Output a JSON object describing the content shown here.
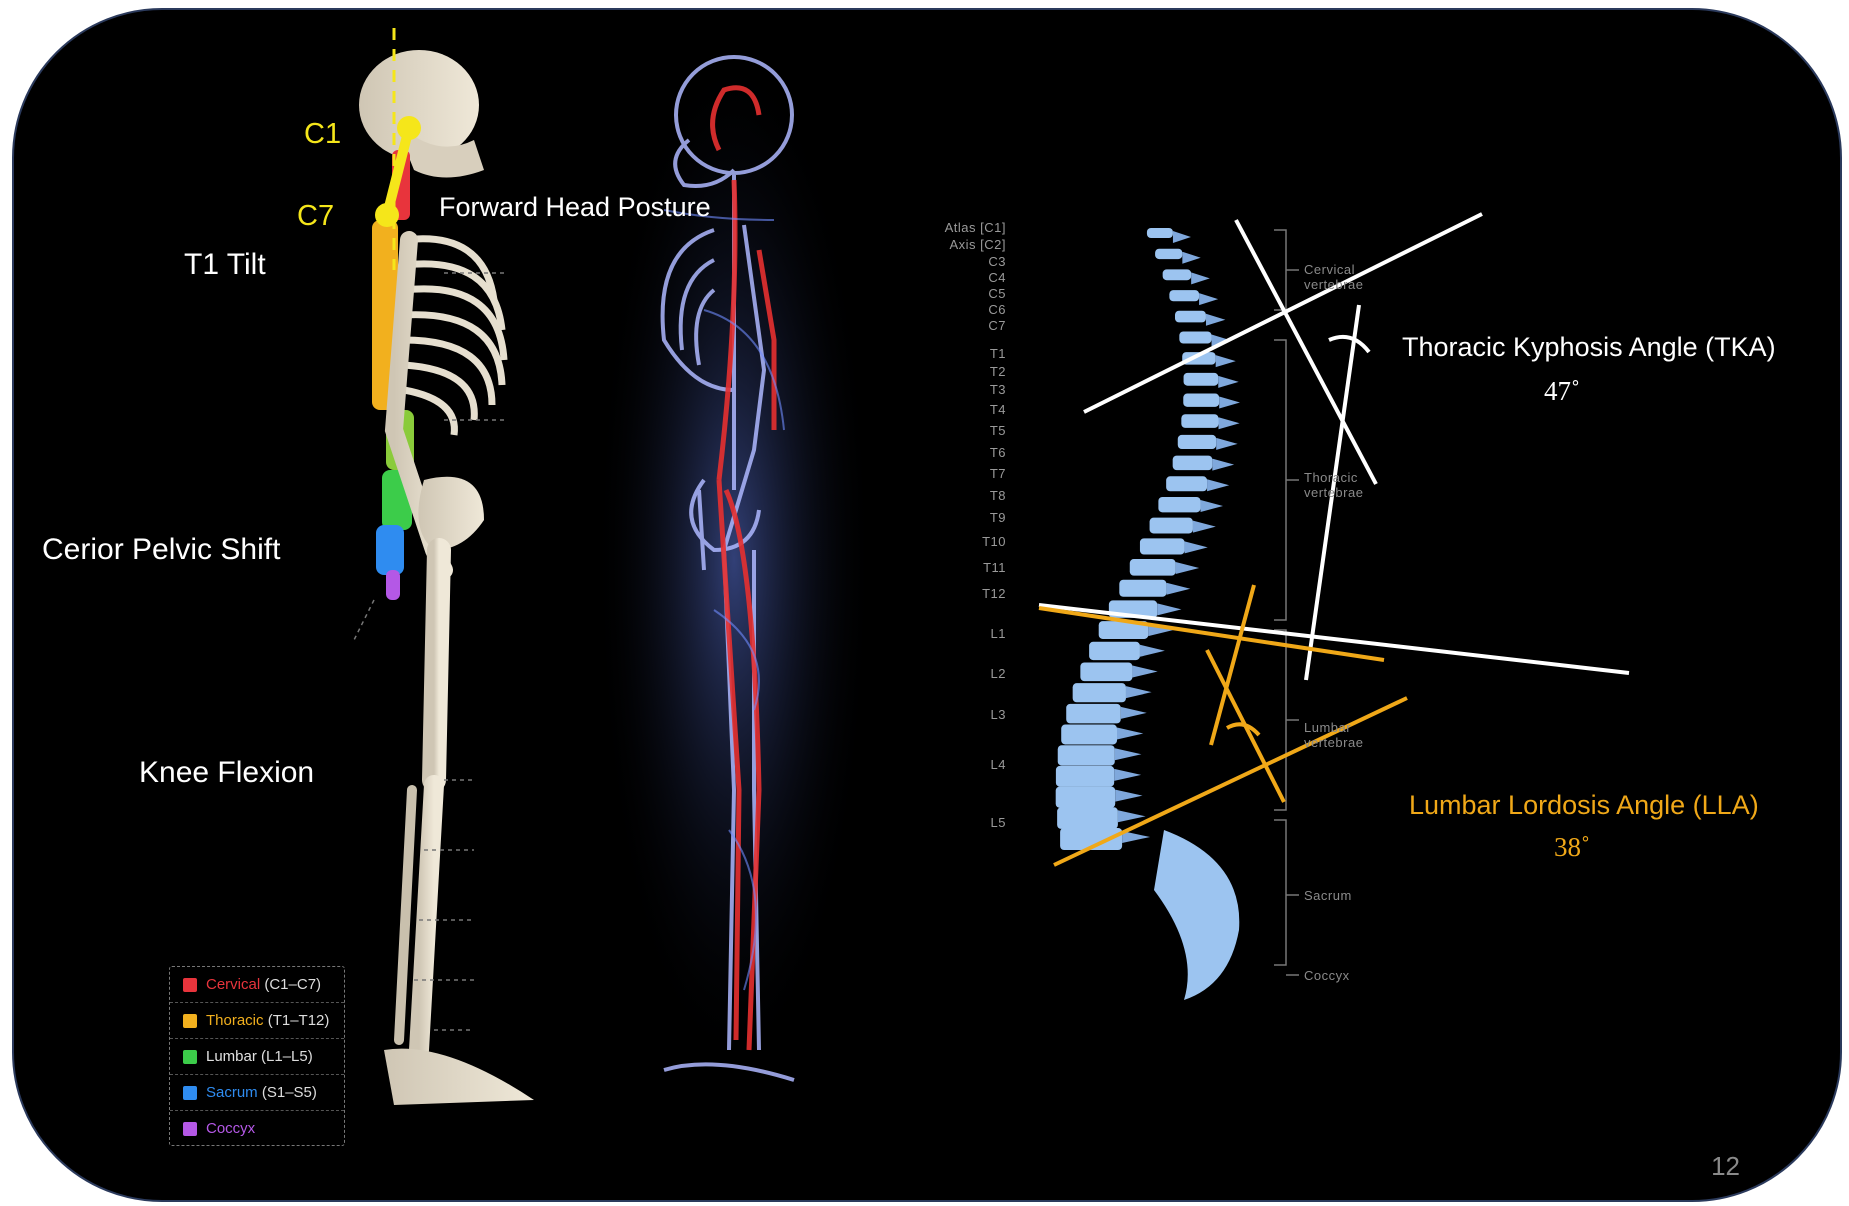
{
  "posture_labels": {
    "c1": "C1",
    "c7": "C7",
    "forward_head": "Forward Head Posture",
    "t1_tilt": "T1 Tilt",
    "pelvic_shift": "Cerior Pelvic Shift",
    "knee_flexion": "Knee Flexion"
  },
  "legend": [
    {
      "name": "Cervical",
      "range": "(C1–C7)",
      "color": "#e8343c"
    },
    {
      "name": "Thoracic",
      "range": "(T1–T12)",
      "color": "#f2b01e"
    },
    {
      "name": "Lumbar",
      "range": "(L1–L5)",
      "color": "#3ccc4a"
    },
    {
      "name": "Sacrum",
      "range": "(S1–S5)",
      "color": "#2f8cf0"
    },
    {
      "name": "Coccyx",
      "range": "",
      "color": "#b458e6"
    }
  ],
  "spine_chart": {
    "left_labels": [
      "Atlas [C1]",
      "Axis [C2]",
      "C3",
      "C4",
      "C5",
      "C6",
      "C7",
      "T1",
      "T2",
      "T3",
      "T4",
      "T5",
      "T6",
      "T7",
      "T8",
      "T9",
      "T10",
      "T11",
      "T12",
      "L1",
      "L2",
      "L3",
      "L4",
      "L5"
    ],
    "right_labels": {
      "cervical": "Cervical vertebrae",
      "thoracic": "Thoracic vertebrae",
      "lumbar": "Lumbar vertebrae",
      "sacrum": "Sacrum",
      "coccyx": "Coccyx"
    }
  },
  "angles": {
    "tka_title": "Thoracic Kyphosis Angle (TKA)",
    "tka_value": "47˚",
    "lla_title": "Lumbar Lordosis Angle (LLA)",
    "lla_value": "38˚"
  },
  "page_number": "12",
  "colors": {
    "accent_yellow": "#f5e61a",
    "accent_orange": "#f0a818",
    "spine_blue": "#9cc4f0",
    "background": "#000000"
  }
}
